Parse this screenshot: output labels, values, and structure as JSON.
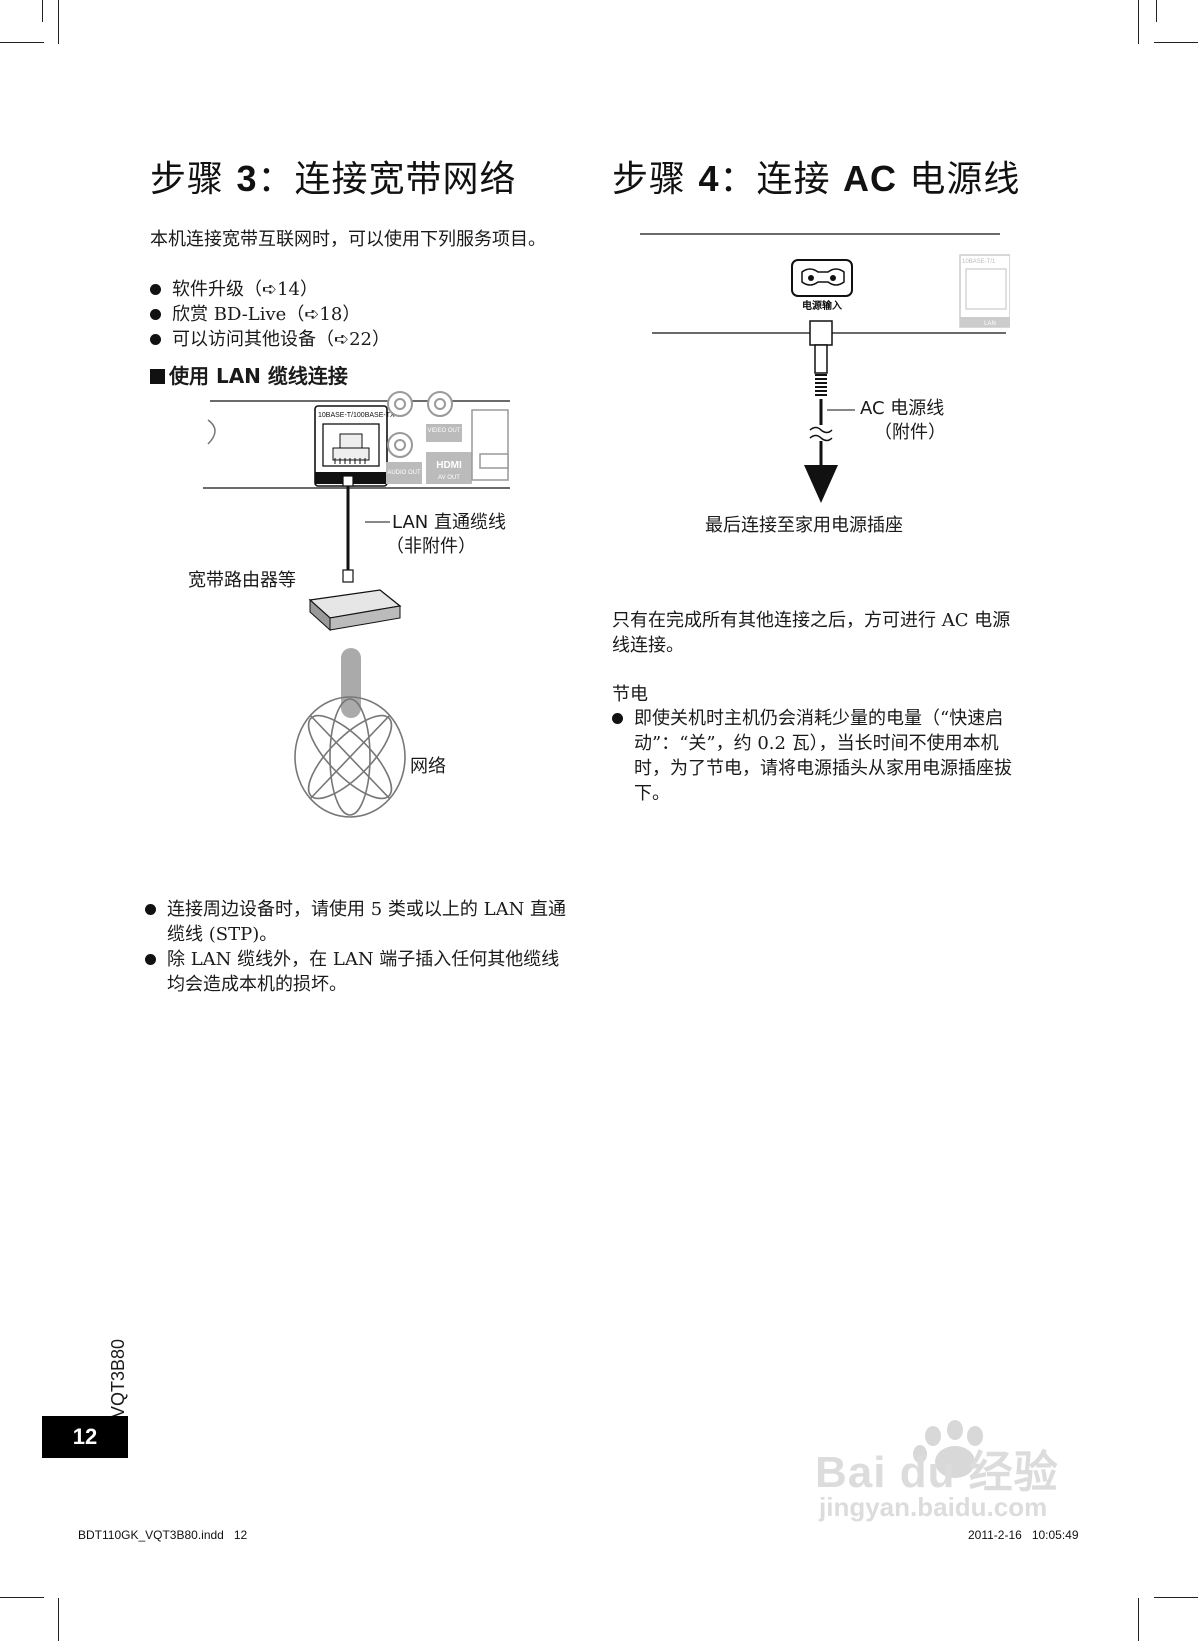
{
  "left": {
    "title_prefix": "步骤",
    "title_num": "3",
    "title_rest": "：连接宽带网络",
    "intro": "本机连接宽带互联网时，可以使用下列服务项目。",
    "services": [
      "软件升级（➪14）",
      "欣赏 BD-Live（➪18）",
      "可以访问其他设备（➪22）"
    ],
    "subhead": "使用 LAN 缆线连接",
    "diagram": {
      "port_label": "10BASE-T/100BASE-TX",
      "video_out": "VIDEO OUT",
      "audio_out": "AUDIO OUT",
      "hdmi": "HDMI",
      "av_out": "AV OUT",
      "cable_label": "LAN 直通缆线",
      "cable_note": "（非附件）",
      "router_label": "宽带路由器等",
      "network_label": "网络"
    },
    "notes": [
      "连接周边设备时，请使用 5 类或以上的 LAN 直通缆线 (STP)。",
      "除 LAN 缆线外，在 LAN 端子插入任何其他缆线均会造成本机的损坏。"
    ]
  },
  "right": {
    "title_prefix": "步骤",
    "title_num": "4",
    "title_sep": "：连接",
    "title_ac": "AC",
    "title_rest": "电源线",
    "diagram": {
      "inlet_label": "电源输入",
      "lan_label_small": "10BASE-T/1",
      "lan_small": "LAN",
      "cord_label": "AC 电源线",
      "cord_note": "（附件）",
      "outlet_label": "最后连接至家用电源插座"
    },
    "para": "只有在完成所有其他连接之后，方可进行 AC 电源线连接。",
    "save_head": "节电",
    "save_notes": [
      "即使关机时主机仍会消耗少量的电量（“快速启动”：“关”，约 0.2 瓦），当长时间不使用本机时，为了节电，请将电源插头从家用电源插座拔下。"
    ]
  },
  "footer": {
    "page_number": "12",
    "model_code": "VQT3B80",
    "file_name": "BDT110GK_VQT3B80.indd   12",
    "timestamp": "2011-2-16   10:05:49",
    "watermark": "Bai du 经验",
    "watermark_url": "jingyan.baidu.com"
  }
}
